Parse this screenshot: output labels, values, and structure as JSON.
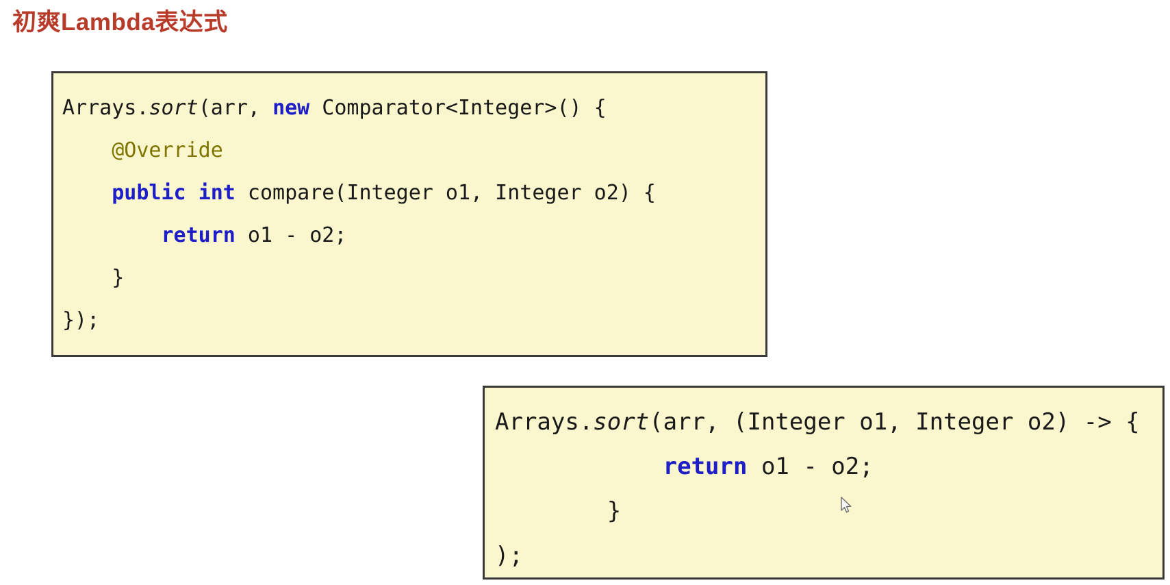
{
  "title": {
    "text": "初爽Lambda表达式"
  },
  "colors": {
    "title": "#B83B2A",
    "code_background": "#FAF6CD",
    "code_border": "#3A3A3A",
    "keyword": "#1E1EC8",
    "annotation": "#7E7500",
    "code_text": "#1A1A1A",
    "page_background": "#FFFFFF"
  },
  "icons": {
    "mouse_cursor": "arrow-pointer"
  },
  "code_blocks": [
    {
      "id": "anonymous-comparator-code",
      "lines": [
        [
          {
            "type": "plain",
            "text": "Arrays."
          },
          {
            "type": "static",
            "text": "sort"
          },
          {
            "type": "plain",
            "text": "(arr, "
          },
          {
            "type": "keyword",
            "text": "new"
          },
          {
            "type": "plain",
            "text": " Comparator<Integer>() {"
          }
        ],
        [
          {
            "type": "plain",
            "text": "    "
          },
          {
            "type": "annotation",
            "text": "@Override"
          }
        ],
        [
          {
            "type": "plain",
            "text": "    "
          },
          {
            "type": "keyword",
            "text": "public"
          },
          {
            "type": "plain",
            "text": " "
          },
          {
            "type": "keyword",
            "text": "int"
          },
          {
            "type": "plain",
            "text": " compare(Integer o1, Integer o2) {"
          }
        ],
        [
          {
            "type": "plain",
            "text": "        "
          },
          {
            "type": "keyword",
            "text": "return"
          },
          {
            "type": "plain",
            "text": " o1 - o2;"
          }
        ],
        [
          {
            "type": "plain",
            "text": "    }"
          }
        ],
        [
          {
            "type": "plain",
            "text": "});"
          }
        ]
      ]
    },
    {
      "id": "lambda-expression-code",
      "lines": [
        [
          {
            "type": "plain",
            "text": "Arrays."
          },
          {
            "type": "static",
            "text": "sort"
          },
          {
            "type": "plain",
            "text": "(arr, (Integer o1, Integer o2) -> {"
          }
        ],
        [
          {
            "type": "plain",
            "text": "            "
          },
          {
            "type": "keyword",
            "text": "return"
          },
          {
            "type": "plain",
            "text": " o1 - o2;"
          }
        ],
        [
          {
            "type": "plain",
            "text": "        }"
          }
        ],
        [
          {
            "type": "plain",
            "text": ");"
          }
        ]
      ]
    }
  ]
}
